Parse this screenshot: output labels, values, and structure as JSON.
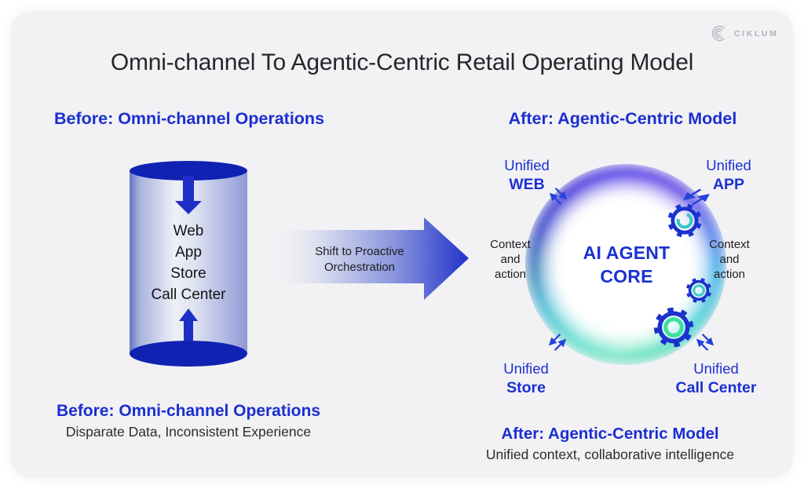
{
  "brand": {
    "name": "CIKLUM"
  },
  "title": "Omni-channel To Agentic-Centric Retail Operating Model",
  "before": {
    "heading": "Before: Omni-channel Operations",
    "channels": [
      "Web",
      "App",
      "Store",
      "Call Center"
    ],
    "caption": {
      "heading": "Before: Omni-channel Operations",
      "subtitle": "Disparate Data, Inconsistent Experience"
    }
  },
  "transition": {
    "line1": "Shift to Proactive",
    "line2": "Orchestration"
  },
  "after": {
    "heading": "After: Agentic-Centric Model",
    "core": {
      "line1": "AI AGENT",
      "line2": "CORE"
    },
    "nodes": {
      "web": {
        "prefix": "Unified",
        "label": "WEB"
      },
      "app": {
        "prefix": "Unified",
        "label": "APP"
      },
      "store": {
        "prefix": "Unified",
        "label": "Store"
      },
      "call_center": {
        "prefix": "Unified",
        "label": "Call Center"
      }
    },
    "context_left": {
      "line1": "Context",
      "line2": "and",
      "line3": "action"
    },
    "context_right": {
      "line1": "Context",
      "line2": "and",
      "line3": "action"
    },
    "caption": {
      "heading": "After: Agentic-Centric Model",
      "subtitle": "Unified context, collaborative intelligence"
    }
  },
  "colors": {
    "accent_blue": "#1b31d1",
    "cylinder_navy": "#0f22b2",
    "arrow_blue": "#2543da",
    "teal": "#2fc8c4",
    "mint": "#3bdf9e",
    "card_bg": "#f2f1f4",
    "text_dark": "#27272b"
  }
}
